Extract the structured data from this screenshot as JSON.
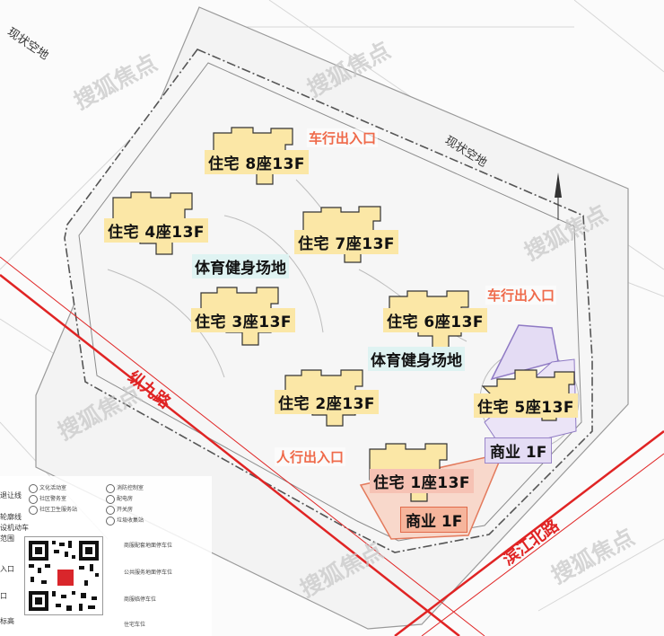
{
  "buildings": [
    {
      "id": "b1",
      "label": "住宅 1座13F",
      "style": "pink"
    },
    {
      "id": "b2",
      "label": "住宅 2座13F",
      "style": "yellow"
    },
    {
      "id": "b3",
      "label": "住宅 3座13F",
      "style": "yellow"
    },
    {
      "id": "b4",
      "label": "住宅 4座13F",
      "style": "yellow"
    },
    {
      "id": "b5",
      "label": "住宅 5座13F",
      "style": "yellow"
    },
    {
      "id": "b6",
      "label": "住宅 6座13F",
      "style": "yellow"
    },
    {
      "id": "b7",
      "label": "住宅 7座13F",
      "style": "yellow"
    },
    {
      "id": "b8",
      "label": "住宅 8座13F",
      "style": "yellow"
    }
  ],
  "commercial": [
    {
      "id": "c1",
      "label": "商业 1F",
      "color": "#f6b59c"
    },
    {
      "id": "c2",
      "label": "商业 1F",
      "color": "#e4dcf4"
    }
  ],
  "sports_areas": [
    "体育健身场地",
    "体育健身场地"
  ],
  "entrances": {
    "vehicle_top": "车行出入口",
    "vehicle_right": "车行出入口",
    "pedestrian": "人行出入口"
  },
  "roads": {
    "zong_jiu": "纵九路",
    "binjiang_north": "滨江北路"
  },
  "status_labels": [
    "现状空地",
    "现状空地"
  ],
  "watermark": "搜狐焦点",
  "legend": {
    "items": [
      "文化活动室",
      "社区警务室",
      "社区卫生服务站",
      "消防控制室",
      "配电房",
      "开关房",
      "垃圾收集站"
    ],
    "parking": [
      "商服配套地面停车位",
      "公共服务地面停车位",
      "商服临停车位",
      "住宅车位"
    ],
    "side_fragments": [
      "退让线",
      "轮廓线",
      "设机动车",
      "范围",
      "入口",
      "口",
      "标高"
    ]
  },
  "colors": {
    "road_red": "#e02424",
    "residential": "#fbe7a6",
    "residential_pink": "#f6c2b4",
    "commercial_orange": "#f6b59c",
    "commercial_violet": "#e4dcf4",
    "sports": "#dff3f2",
    "entry": "#ef6a4a"
  }
}
